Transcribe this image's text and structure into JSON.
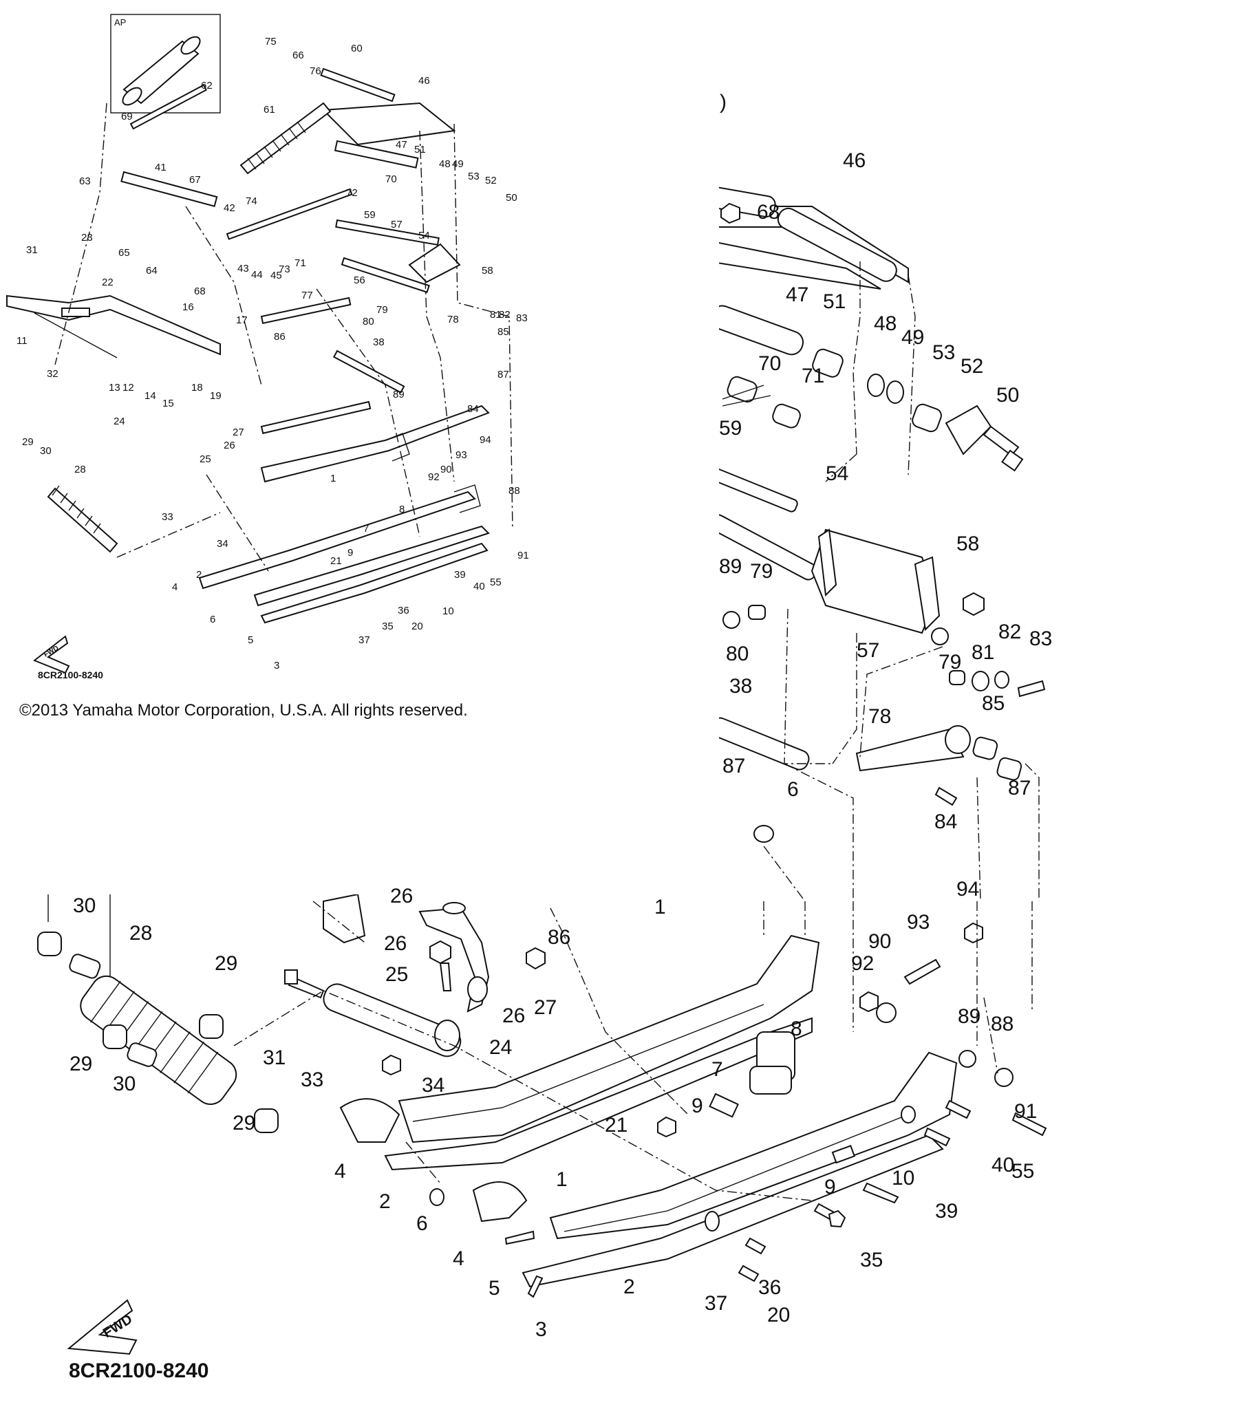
{
  "diagram": {
    "ap_box_label": "AP",
    "drawing_code": "8CR2100-8240",
    "fwd_label": "FWD",
    "copyright": "©2013 Yamaha Motor Corporation, U.S.A. All rights reserved.",
    "overview_callouts": [
      "1",
      "2",
      "3",
      "4",
      "5",
      "6",
      "7",
      "8",
      "9",
      "10",
      "11",
      "12",
      "13",
      "14",
      "15",
      "16",
      "17",
      "18",
      "19",
      "20",
      "21",
      "22",
      "23",
      "24",
      "25",
      "26",
      "27",
      "28",
      "29",
      "30",
      "31",
      "32",
      "33",
      "34",
      "35",
      "36",
      "37",
      "38",
      "39",
      "40",
      "41",
      "42",
      "43",
      "44",
      "45",
      "46",
      "47",
      "48",
      "49",
      "50",
      "51",
      "52",
      "53",
      "54",
      "55",
      "56",
      "57",
      "58",
      "59",
      "60",
      "61",
      "62",
      "63",
      "64",
      "65",
      "66",
      "67",
      "68",
      "69",
      "70",
      "71",
      "72",
      "73",
      "74",
      "75",
      "76",
      "77",
      "78",
      "79",
      "80",
      "81",
      "82",
      "83",
      "84",
      "85",
      "86",
      "87",
      "88",
      "89",
      "90",
      "91",
      "92",
      "93",
      "94"
    ],
    "zoom_upper_callouts": [
      "46",
      "68",
      "47",
      "51",
      "48",
      "49",
      "53",
      "52",
      "50",
      "70",
      "71",
      "59",
      "54",
      "58",
      "79",
      "80",
      "57",
      "79",
      "81",
      "82",
      "83",
      "38",
      "78",
      "85",
      "87",
      "84",
      "89",
      "6",
      "87"
    ],
    "zoom_lower_callouts": [
      "30",
      "28",
      "29",
      "29",
      "30",
      "29",
      "31",
      "33",
      "34",
      "4",
      "2",
      "6",
      "4",
      "5",
      "3",
      "26",
      "26",
      "25",
      "26",
      "27",
      "24",
      "86",
      "1",
      "8",
      "7",
      "9",
      "21",
      "9",
      "1",
      "2",
      "37",
      "20",
      "36",
      "35",
      "10",
      "39",
      "40",
      "55",
      "91",
      "92",
      "90",
      "93",
      "94",
      "89",
      "88"
    ]
  }
}
